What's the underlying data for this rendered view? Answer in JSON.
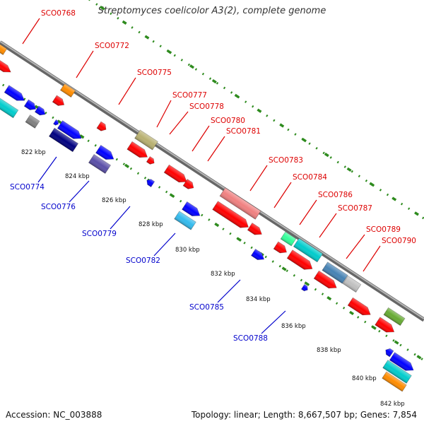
{
  "title": "Streptomyces coelicolor A3(2), complete genome",
  "accession_text": "Accession: NC_003888",
  "topology_text": "Topology: linear; Length: 8,667,507 bp; Genes: 7,854",
  "colors": {
    "forward_label": "#dd0000",
    "reverse_label": "#0000cc",
    "backbone": "#888888",
    "dotted_track": "#2e8b1e"
  },
  "scale_labels": [
    "822 kbp",
    "824 kbp",
    "826 kbp",
    "828 kbp",
    "830 kbp",
    "832 kbp",
    "834 kbp",
    "836 kbp",
    "838 kbp",
    "840 kbp",
    "842 kbp"
  ],
  "forward_gene_labels": [
    "SCO0768",
    "SCO0772",
    "SCO0775",
    "SCO0777",
    "SCO0778",
    "SCO0780",
    "SCO0781",
    "SCO0783",
    "SCO0784",
    "SCO0786",
    "SCO0787",
    "SCO0789",
    "SCO0790"
  ],
  "reverse_gene_labels": [
    "SCO0774",
    "SCO0776",
    "SCO0779",
    "SCO0782",
    "SCO0785",
    "SCO0788"
  ]
}
